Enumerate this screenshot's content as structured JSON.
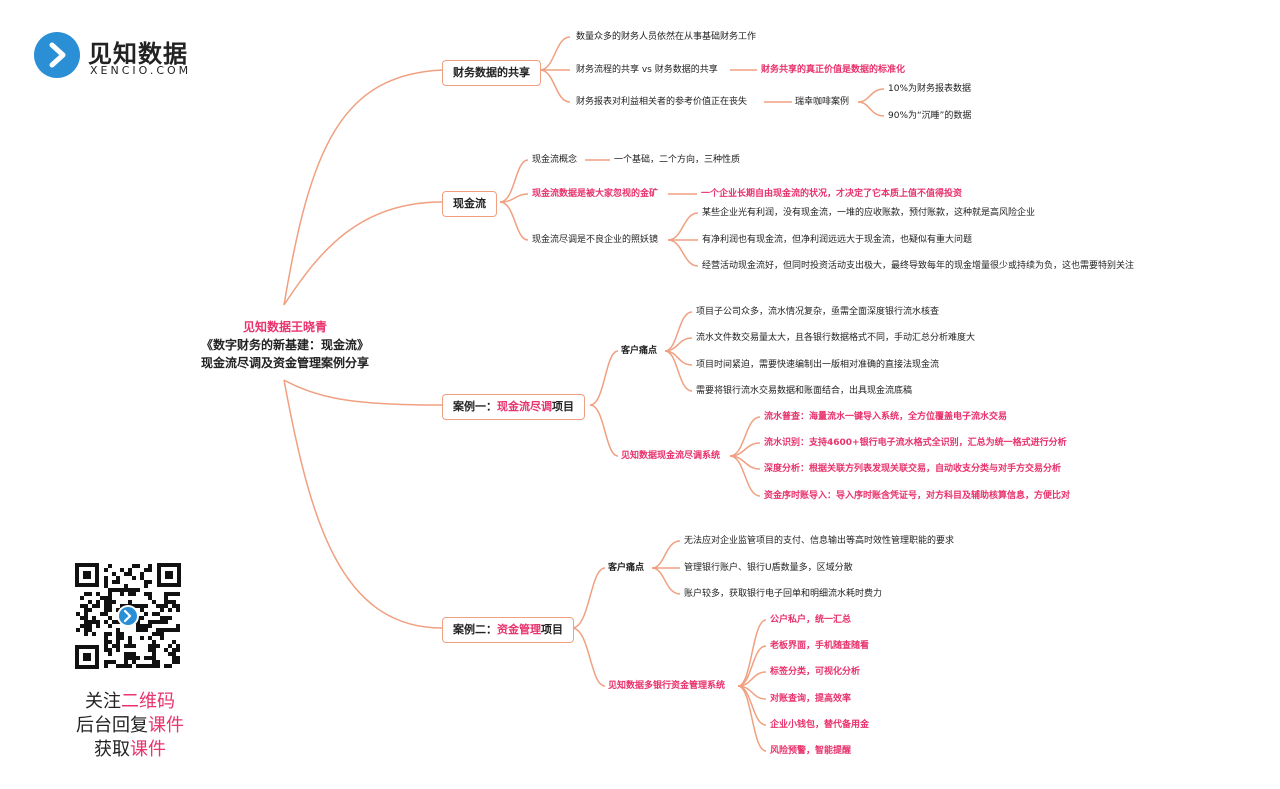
{
  "logo": {
    "name": "见知数据",
    "sub": "XENCIO.COM"
  },
  "center": {
    "author": "见知数据王晓青",
    "title": "《数字财务的新基建：现金流》",
    "subtitle": "现金流尽调及资金管理案例分享"
  },
  "cta": {
    "line1_a": "关注",
    "line1_b": "二维码",
    "line2_a": "后台回复",
    "line2_b": "课件",
    "line3_a": "获取",
    "line3_b": "课件"
  },
  "branches": {
    "b1": {
      "label": "财务数据的共享",
      "items": [
        "数量众多的财务人员依然在从事基础财务工作",
        "财务流程的共享 vs 财务数据的共享",
        "财务共享的真正价值是数据的标准化",
        "财务报表对利益相关者的参考价值正在丧失",
        "瑞幸咖啡案例",
        "10%为财务报表数据",
        "90%为“沉睡”的数据"
      ]
    },
    "b2": {
      "label": "现金流",
      "items": [
        "现金流概念",
        "一个基础，二个方向，三种性质",
        "现金流数据是被大家忽视的金矿",
        "一个企业长期自由现金流的状况，才决定了它本质上值不值得投资",
        "现金流尽调是不良企业的照妖镜",
        "某些企业光有利润，没有现金流，一堆的应收账款，预付账款，这种就是高风险企业",
        "有净利润也有现金流，但净利润远远大于现金流，也疑似有重大问题",
        "经营活动现金流好，但同时投资活动支出极大，最终导致每年的现金增量很少或持续为负，这也需要特别关注"
      ]
    },
    "b3": {
      "label_a": "案例一：",
      "label_hl": "现金流尽调",
      "label_b": "项目",
      "pain": "客户痛点",
      "pain_items": [
        "项目子公司众多，流水情况复杂，亟需全面深度银行流水核查",
        "流水文件数交易量太大，且各银行数据格式不同，手动汇总分析难度大",
        "项目时间紧迫，需要快速编制出一版相对准确的直接法现金流",
        "需要将银行流水交易数据和账面结合，出具现金流底稿"
      ],
      "system": "见知数据现金流尽调系统",
      "system_items": [
        "流水普查：海量流水一键导入系统，全方位覆盖电子流水交易",
        "流水识别：支持4600+银行电子流水格式全识别，汇总为统一格式进行分析",
        "深度分析：根据关联方列表发现关联交易，自动收支分类与对手方交易分析",
        "资金序时账导入：导入序时账含凭证号，对方科目及辅助核算信息，方便比对"
      ]
    },
    "b4": {
      "label_a": "案例二：",
      "label_hl": "资金管理",
      "label_b": "项目",
      "pain": "客户痛点",
      "pain_items": [
        "无法应对企业监管项目的支付、信息输出等高时效性管理职能的要求",
        "管理银行账户、银行U盾数量多，区域分散",
        "账户较多，获取银行电子回单和明细流水耗时费力"
      ],
      "system": "见知数据多银行资金管理系统",
      "system_items": [
        "公户私户，统一汇总",
        "老板界面，手机随查随看",
        "标签分类，可视化分析",
        "对账查询，提高效率",
        "企业小钱包，替代备用金",
        "风险预警，智能提醒"
      ]
    }
  },
  "colors": {
    "line": "#f0a080",
    "accent": "#e8336d",
    "logo": "#2b8fd6"
  }
}
